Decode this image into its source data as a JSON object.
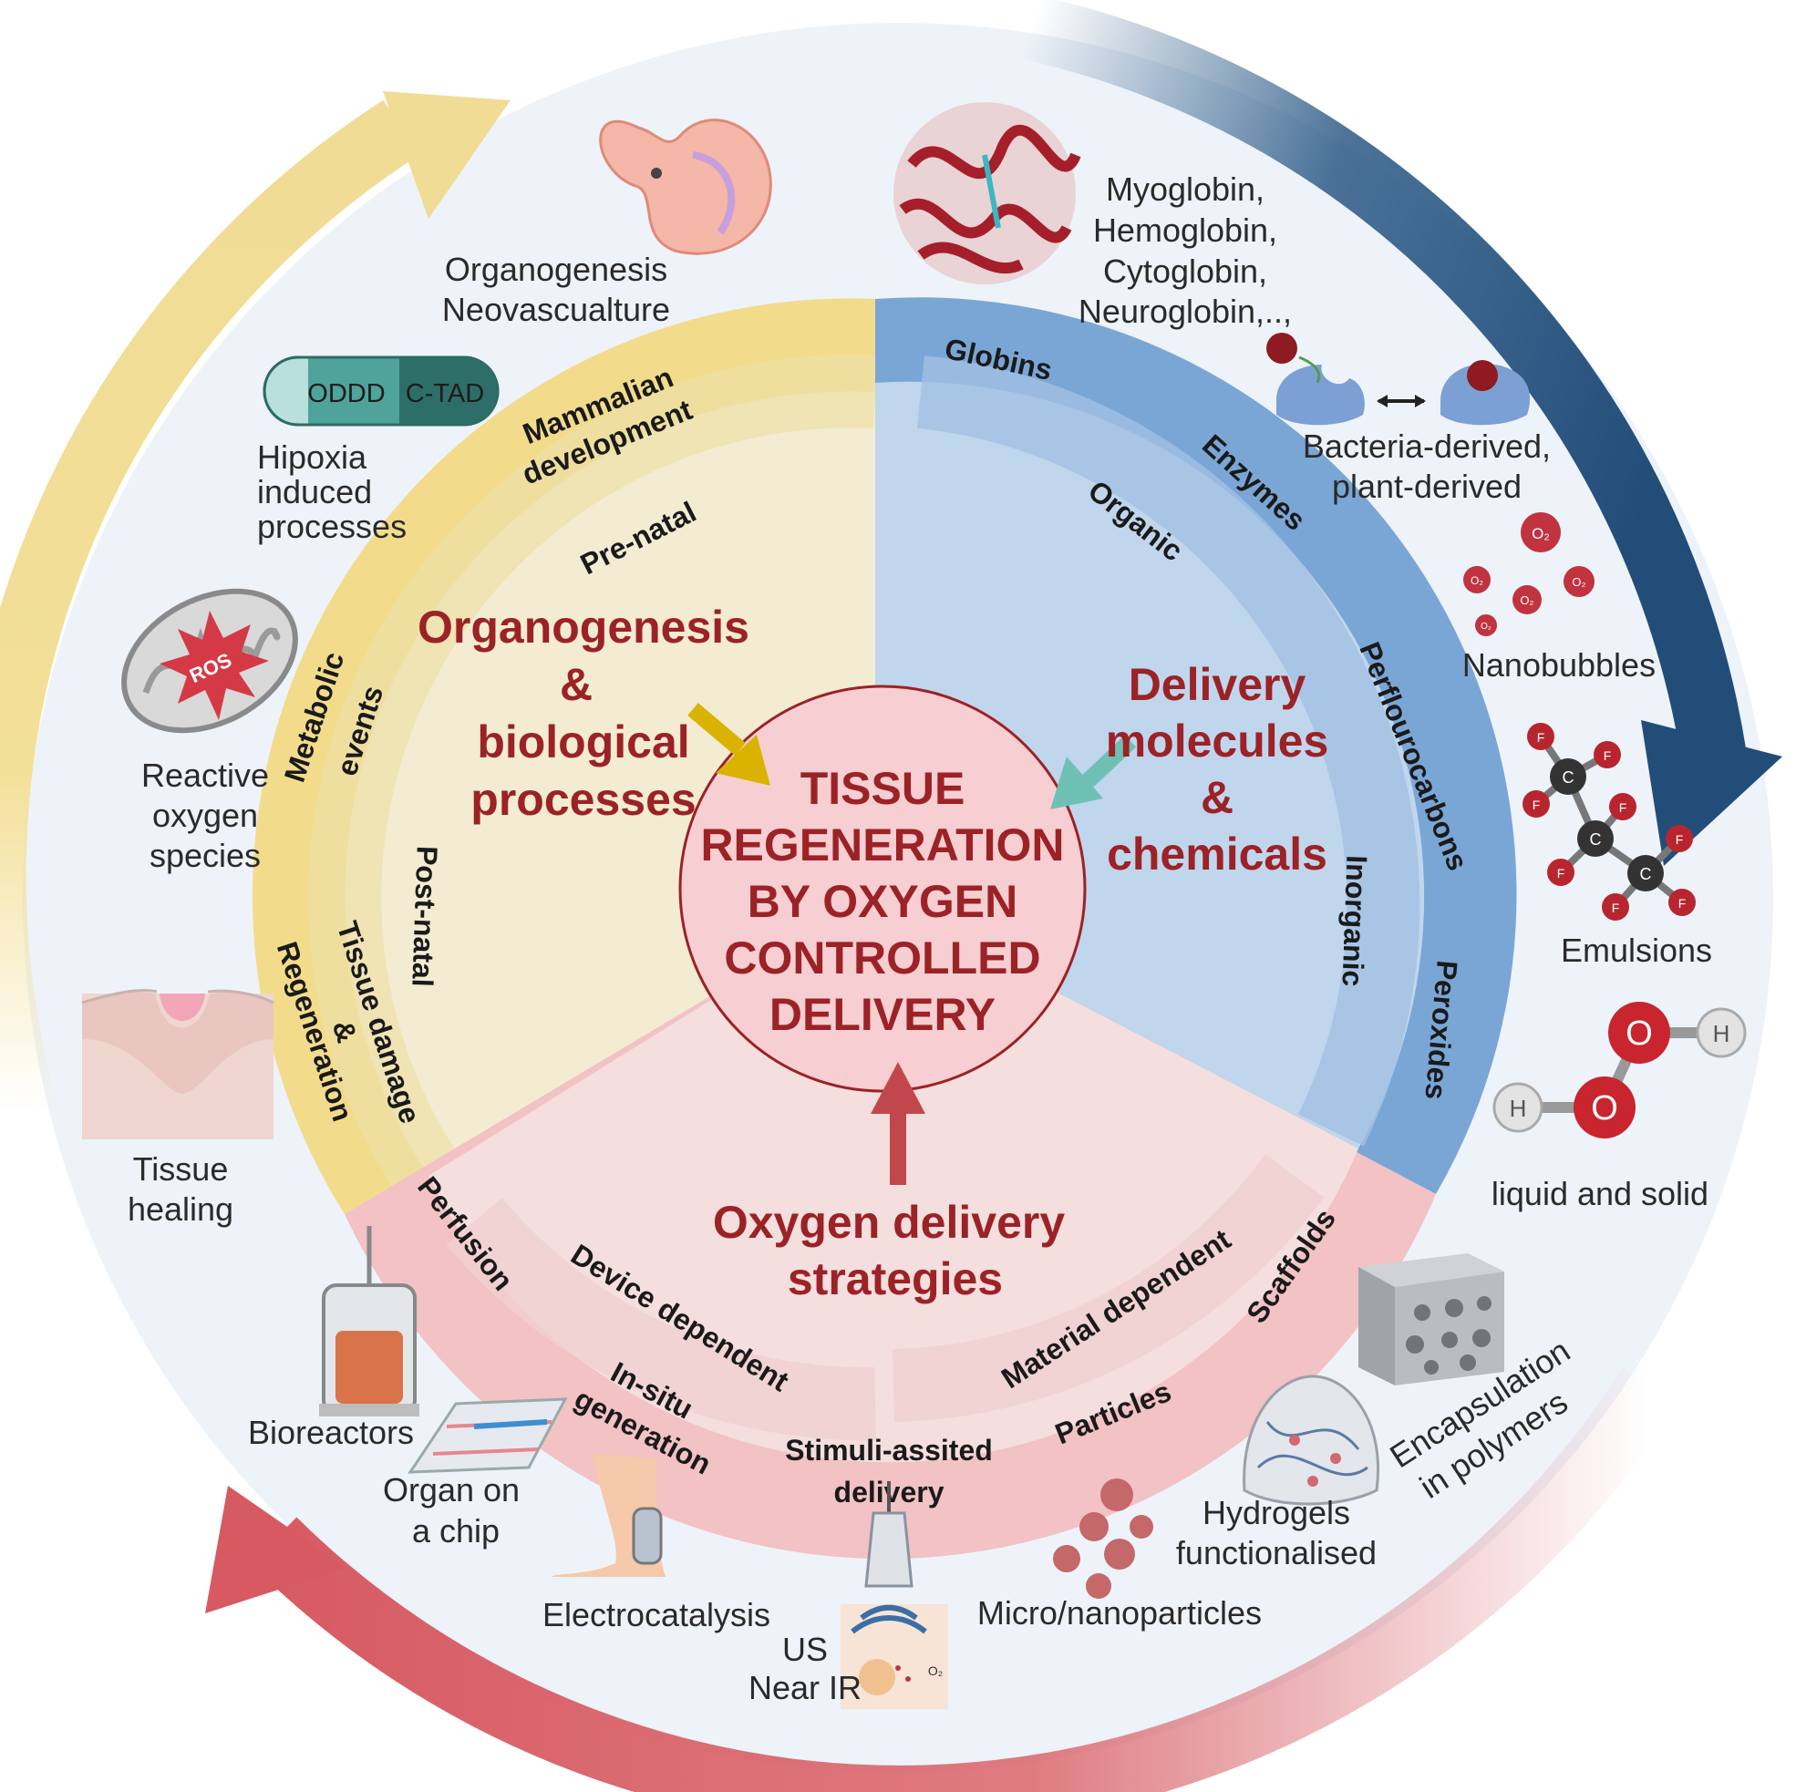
{
  "center": {
    "lines": [
      "TISSUE",
      "REGENERATION",
      "BY OXYGEN",
      "CONTROLLED",
      "DELIVERY"
    ]
  },
  "sections": {
    "biological": {
      "title_lines": [
        "Organogenesis",
        "&",
        "biological",
        "processes"
      ],
      "outer_label": [
        "Mammalian",
        "development"
      ],
      "inner": [
        "Pre-natal",
        "Post-natal"
      ],
      "metabolic": [
        "Metabolic",
        "events"
      ],
      "tissue": [
        "Tissue damage",
        "&",
        "Regeneration"
      ]
    },
    "molecules": {
      "title_lines": [
        "Delivery",
        "molecules",
        "&",
        "chemicals"
      ],
      "outer": [
        "Globins",
        "Enzymes",
        "Perflourocarbons",
        "Peroxides"
      ],
      "inner": [
        "Organic",
        "Inorganic"
      ]
    },
    "strategies": {
      "title_lines": [
        "Oxygen delivery",
        "strategies"
      ],
      "outer": [
        "Perfusion",
        "Device dependent",
        "Material dependent",
        "Scaffolds"
      ],
      "inner": [
        "In-situ",
        "generation",
        "Stimuli-assited",
        "delivery",
        "Particles"
      ]
    }
  },
  "examples": {
    "organogenesis": [
      "Organogenesis",
      "Neovascualture"
    ],
    "hif_domains": [
      "ODDD",
      "C-TAD"
    ],
    "hypoxia": [
      "Hipoxia",
      "induced",
      "processes"
    ],
    "ros_badge": "ROS",
    "ros": [
      "Reactive",
      "oxygen",
      "species"
    ],
    "tissue_healing": [
      "Tissue",
      "healing"
    ],
    "globins": [
      "Myoglobin,",
      "Hemoglobin,",
      "Cytoglobin,",
      "Neuroglobin,..,"
    ],
    "enzymes": [
      "Bacteria-derived,",
      "plant-derived"
    ],
    "o2_symbol": "O₂",
    "nanobubbles": "Nanobubbles",
    "atom_c": "C",
    "atom_f": "F",
    "emulsions": "Emulsions",
    "atom_h": "H",
    "atom_o": "O",
    "peroxides": "liquid and solid",
    "bioreactors": "Bioreactors",
    "organ_chip": [
      "Organ on",
      "a chip"
    ],
    "electrocatalysis": "Electrocatalysis",
    "stimuli": [
      "US",
      "Near IR"
    ],
    "microparticles": "Micro/nanoparticles",
    "hydrogels": [
      "Hydrogels",
      "functionalised"
    ],
    "encapsulation": [
      "Encapsulation",
      "in polymers"
    ]
  },
  "colors": {
    "yellow": "#f2dc8c",
    "yellow_light": "#f3ecd2",
    "blue": "#7aa6d6",
    "blue_light": "#c0d6ec",
    "blue_arrow": "#2c5a87",
    "pink": "#f2c2c4",
    "pink_light": "#f5dede",
    "red_arrow": "#d9646b",
    "center_fill": "#f7cfd2",
    "center_stroke": "#9b2226",
    "title": "#9b2226"
  }
}
